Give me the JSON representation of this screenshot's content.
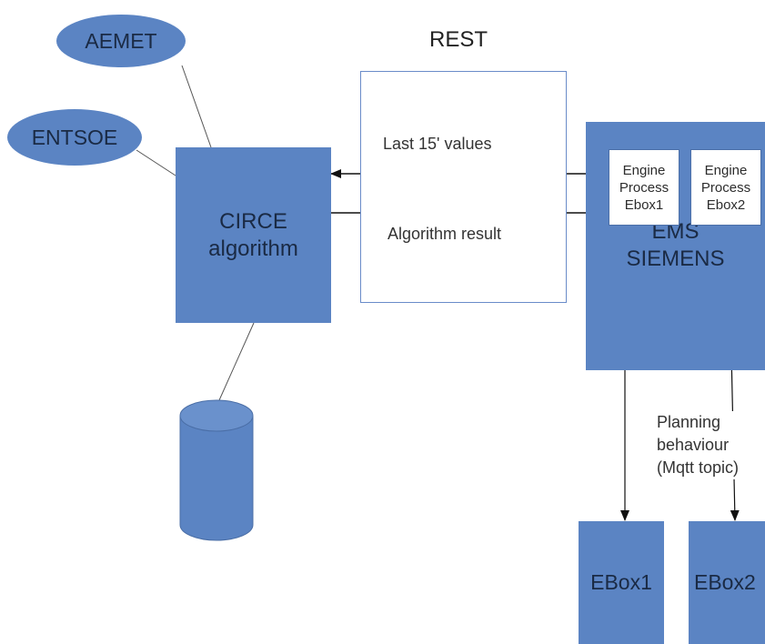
{
  "nodes": {
    "aemet": "AEMET",
    "entsoe": "ENTSOE",
    "circe_line1": "CIRCE",
    "circe_line2": "algorithm",
    "ems_line1": "EMS",
    "ems_line2": "SIEMENS",
    "engine1": [
      "Engine",
      "Process",
      "Ebox1"
    ],
    "engine2": [
      "Engine",
      "Process",
      "Ebox2"
    ],
    "ebox1": "EBox1",
    "ebox2": "EBox2"
  },
  "labels": {
    "rest": "REST",
    "last_values": "Last 15' values",
    "algorithm_result": "Algorithm result",
    "planning_line1": "Planning",
    "planning_line2": "behaviour",
    "planning_line3": "(Mqtt topic)"
  },
  "colors": {
    "node_fill": "#5b84c3",
    "line": "#222222"
  }
}
